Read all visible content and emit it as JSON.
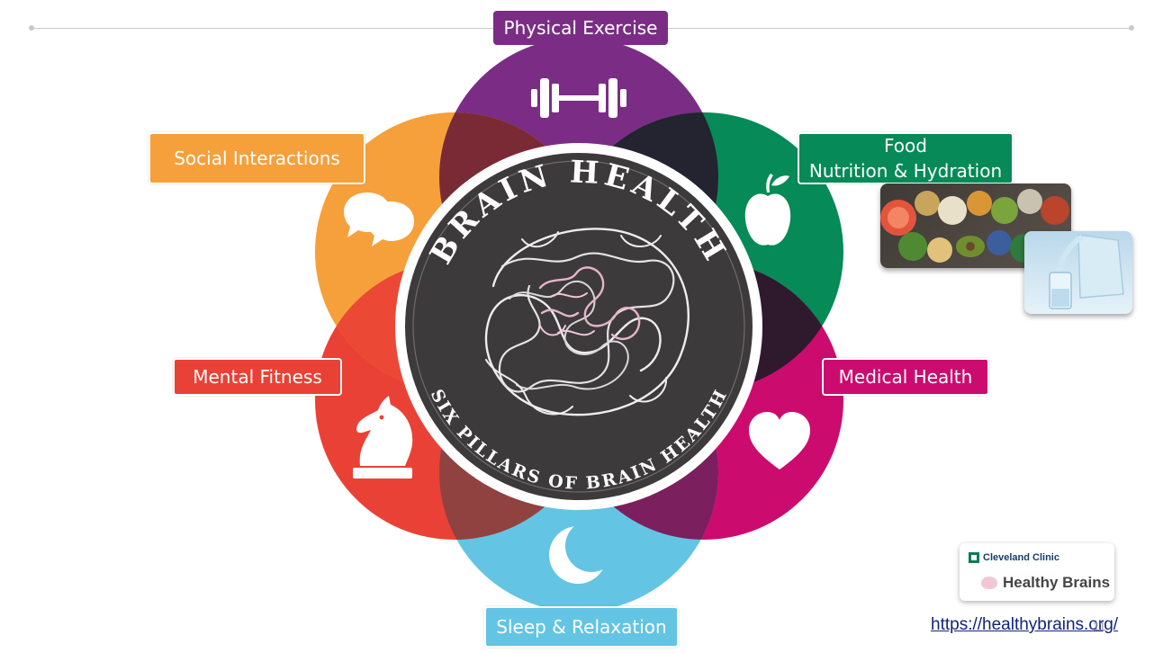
{
  "center": {
    "title": "BRAIN HEALTH",
    "subtitle": "SIX PILLARS OF BRAIN HEALTH"
  },
  "pillars": [
    {
      "label": "Physical Exercise",
      "color": "#7b2d85",
      "icon": "dumbbell-icon"
    },
    {
      "label_line1": "Food",
      "label_line2": "Nutrition & Hydration",
      "color": "#068a57",
      "icon": "apple-icon"
    },
    {
      "label": "Medical Health",
      "color": "#cc0b6f",
      "icon": "heart-icon"
    },
    {
      "label": "Sleep & Relaxation",
      "color": "#63c4e3",
      "icon": "moon-icon"
    },
    {
      "label": "Mental Fitness",
      "color": "#ea4136",
      "icon": "chess-knight-icon"
    },
    {
      "label": "Social Interactions",
      "color": "#f6a03b",
      "icon": "speech-bubbles-icon"
    }
  ],
  "overlap_colors": [
    "#7a2a35",
    "#23242f",
    "#2e1a2c",
    "#7b1f5e",
    "#8f4240",
    "#ec4836"
  ],
  "center_color": "#3d3a3c",
  "logo": {
    "org": "Cleveland Clinic",
    "program": "Healthy Brains"
  },
  "url": "https://healthybrains.org/",
  "page_number": "11"
}
